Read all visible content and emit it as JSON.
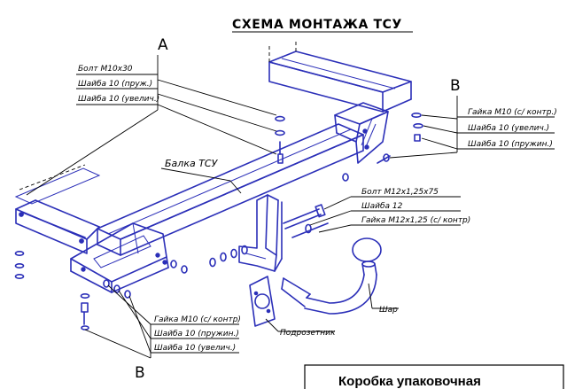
{
  "title": "СХЕМА МОНТАЖА ТСУ",
  "view_letters": {
    "a": "A",
    "b_right": "B",
    "b_bottom": "B"
  },
  "callouts": {
    "bolt_m10x30": "Болт М10х30",
    "washer10_spring_a": "Шайба 10 (пруж.)",
    "washer10_enlarged_a": "Шайба 10 (увелич.)",
    "nut_m10_b1": "Гайка М10 (с/ контр.)",
    "washer10_b1": "Шайба 10 (увелич.)",
    "washer10_spring_b1": "Шайба 10 (пружин.)",
    "beam": "Балка ТСУ",
    "bolt_m12": "Болт М12х1,25х75",
    "washer12": "Шайба 12",
    "nut_m12": "Гайка М12х1,25 (с/ контр)",
    "ball": "Шар",
    "socket_bracket": "Подрозетник",
    "nut_m10_b2": "Гайка М10 (с/ контр)",
    "washer10_spring_b2": "Шайба 10 (пружин.)",
    "washer10_enlarged_b2": "Шайба 10 (увелич.)"
  },
  "box_label": "Коробка упаковочная",
  "colors": {
    "ink": "#2b2fb8",
    "text": "#000000",
    "background": "#ffffff"
  }
}
